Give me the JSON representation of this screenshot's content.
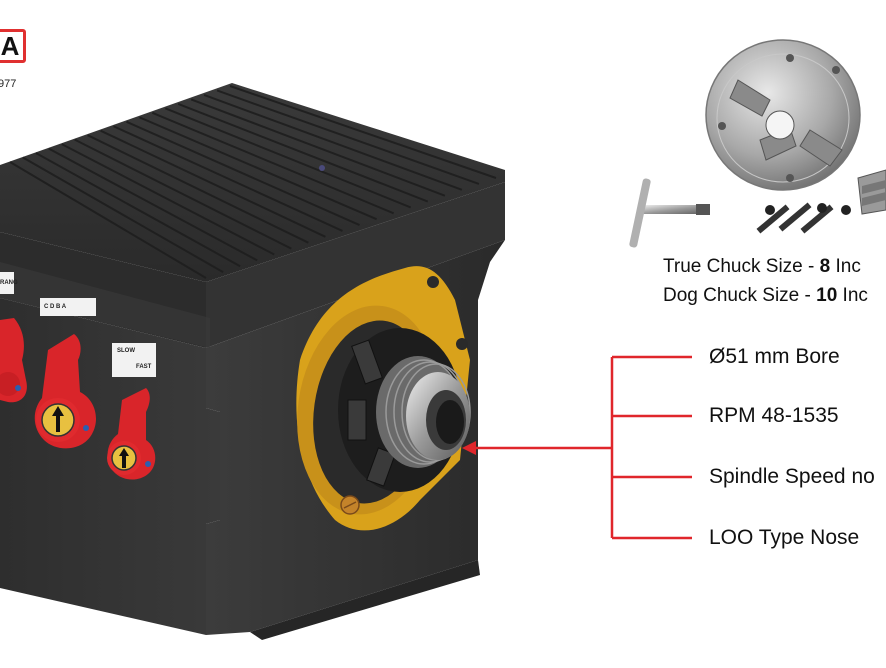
{
  "logo": {
    "letter": "A",
    "year": "977"
  },
  "chuck": {
    "true_prefix": "True Chuck Size - ",
    "true_value": "8",
    "true_suffix": " Inc",
    "dog_prefix": "Dog Chuck Size - ",
    "dog_value": "10",
    "dog_suffix": " Inc"
  },
  "specs": [
    "Ø51 mm Bore",
    "RPM 48-1535",
    "Spindle Speed no",
    "LOO Type Nose"
  ],
  "levers": {
    "gear_letters": "C  D  B  A",
    "speed_top": "SLOW",
    "speed_bottom": "FAST",
    "left_label": "RANG"
  },
  "colors": {
    "accent_red": "#e0262b",
    "lever_red": "#d9252a",
    "body_dark": "#2b2b2b",
    "flange_gold": "#d9a21b"
  }
}
